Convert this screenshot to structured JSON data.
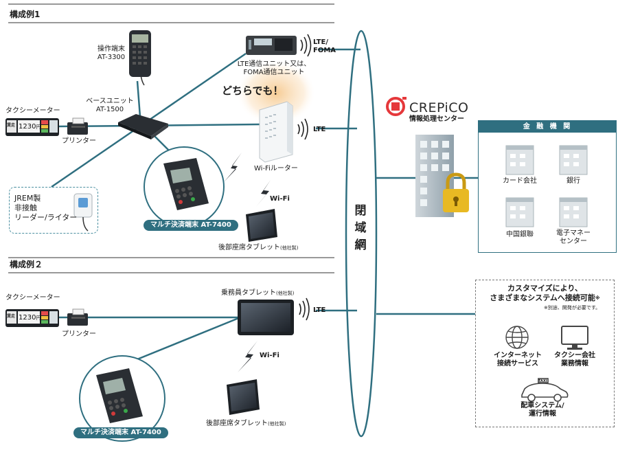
{
  "example1": {
    "heading": "構成例1",
    "operation_terminal": {
      "line1": "操作端末",
      "line2": "AT-3300"
    },
    "lte_unit": {
      "line1": "LTE通信ユニット又は、",
      "line2": "FOMA通信ユニット",
      "signal": "LTE/",
      "signal2": "FOMA"
    },
    "either": "どちらでも！",
    "base_unit": {
      "line1": "ベースユニット",
      "line2": "AT-1500"
    },
    "taxi_meter": "タクシーメーター",
    "meter_display": "1230",
    "meter_unit": "円",
    "meter_tag": "賃走",
    "printer": "プリンター",
    "wifi_router": "Wi-Fiルーター",
    "router_signal": "LTE",
    "wifi": "Wi-Fi",
    "jrem": {
      "line1": "JREM製",
      "line2": "非接触",
      "line3": "リーダー/ライター"
    },
    "multi_terminal": "マルチ決済端末 AT-7400",
    "rear_tablet": "後部座席タブレット",
    "rear_tablet_note": "(他社製)"
  },
  "example2": {
    "heading": "構成例２",
    "taxi_meter": "タクシーメーター",
    "meter_display": "1230",
    "meter_unit": "円",
    "meter_tag": "賃走",
    "printer": "プリンター",
    "crew_tablet": "乗務員タブレット",
    "crew_tablet_note": "(他社製)",
    "signal": "LTE",
    "wifi": "Wi-Fi",
    "multi_terminal": "マルチ決済端末 AT-7400",
    "rear_tablet": "後部座席タブレット",
    "rear_tablet_note": "(他社製)"
  },
  "network": {
    "c1": "閉",
    "c2": "域",
    "c3": "網"
  },
  "crepico": {
    "brand": "CREPiCO",
    "subtitle": "情報処理センター"
  },
  "financial": {
    "header": "金 融 機 関",
    "card": "カード会社",
    "bank": "銀行",
    "unionpay": "中国銀聯",
    "emoney_l1": "電子マネー",
    "emoney_l2": "センター"
  },
  "custom": {
    "line1": "カスタマイズにより、",
    "line2": "さまざまなシステムへ接続可能",
    "mark": "※",
    "note": "※別途、開発が必要です。",
    "internet_l1": "インターネット",
    "internet_l2": "接続サービス",
    "taxi_co_l1": "タクシー会社",
    "taxi_co_l2": "業務情報",
    "dispatch_l1": "配車システム/",
    "dispatch_l2": "運行情報",
    "taxi_sign": "TAXI"
  },
  "colors": {
    "accent": "#2f6f80",
    "brand_red": "#e5383b",
    "lock": "#e8b923"
  }
}
